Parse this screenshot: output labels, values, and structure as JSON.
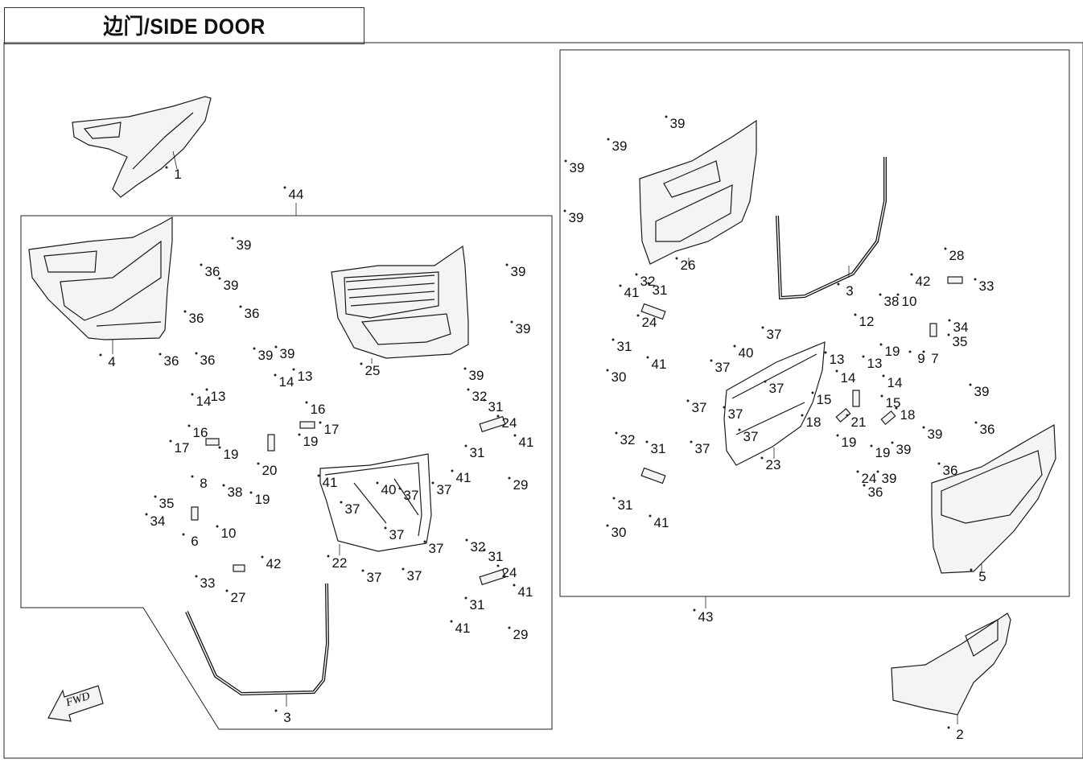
{
  "title": "边门/SIDE DOOR",
  "fwd_badge": "FWD",
  "callouts": [
    "1",
    "2",
    "3",
    "3",
    "4",
    "5",
    "6",
    "7",
    "8",
    "9",
    "10",
    "12",
    "13",
    "13",
    "13",
    "13",
    "14",
    "14",
    "14",
    "14",
    "15",
    "15",
    "16",
    "16",
    "17",
    "17",
    "18",
    "18",
    "19",
    "19",
    "19",
    "19",
    "19",
    "19",
    "20",
    "21",
    "22",
    "23",
    "24",
    "24",
    "24",
    "24",
    "25",
    "26",
    "27",
    "28",
    "29",
    "29",
    "30",
    "30",
    "31",
    "31",
    "31",
    "31",
    "31",
    "31",
    "31",
    "31",
    "32",
    "32",
    "32",
    "32",
    "33",
    "33",
    "34",
    "34",
    "35",
    "35",
    "36",
    "36",
    "36",
    "36",
    "36",
    "36",
    "36",
    "36",
    "37",
    "37",
    "37",
    "37",
    "37",
    "37",
    "37",
    "37",
    "37",
    "37",
    "37",
    "37",
    "37",
    "37",
    "38",
    "38",
    "39",
    "39",
    "39",
    "39",
    "39",
    "39",
    "39",
    "39",
    "39",
    "39",
    "39",
    "39",
    "39",
    "39",
    "39",
    "40",
    "40",
    "41",
    "41",
    "41",
    "41",
    "41",
    "41",
    "41",
    "41",
    "42",
    "42",
    "43",
    "44",
    "10"
  ]
}
